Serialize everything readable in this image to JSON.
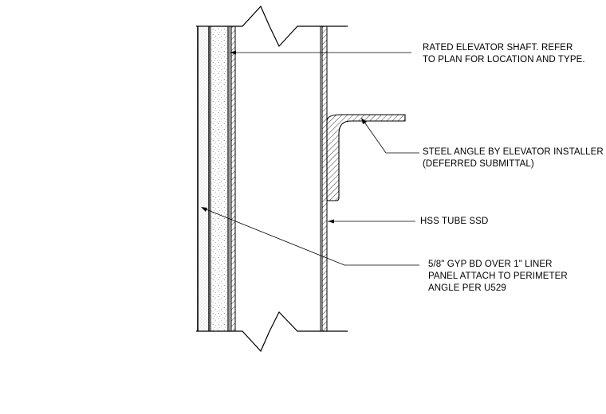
{
  "annotations": {
    "shaft": [
      "RATED ELEVATOR SHAFT. REFER",
      "TO PLAN FOR LOCATION AND TYPE."
    ],
    "angle": [
      "STEEL ANGLE BY ELEVATOR INSTALLER",
      "(DEFERRED SUBMITTAL)"
    ],
    "tube": [
      "HSS TUBE SSD"
    ],
    "gyp": [
      "5/8\"  GYP BD OVER 1\" LINER",
      "PANEL ATTACH TO PERIMETER",
      "ANGLE PER U529"
    ]
  }
}
